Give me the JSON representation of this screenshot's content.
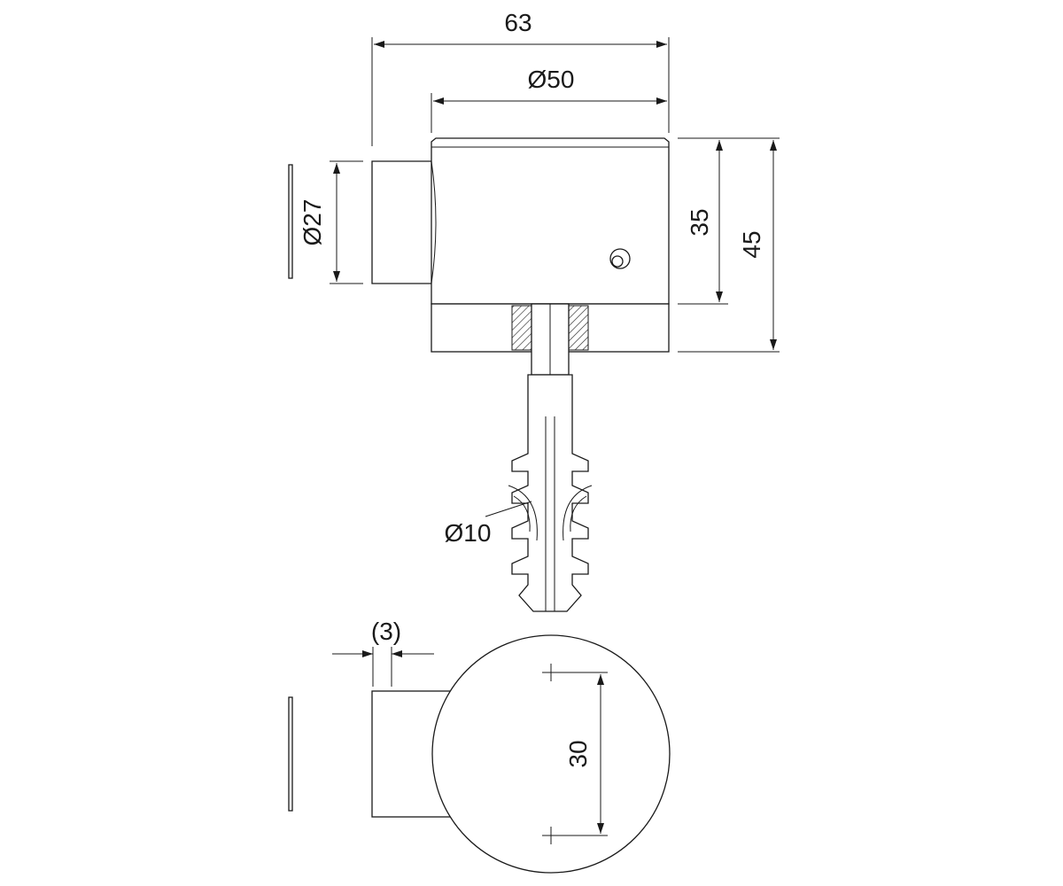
{
  "dimensions": {
    "overall_length": "63",
    "body_diameter": "Ø50",
    "stub_diameter": "Ø27",
    "body_height": "35",
    "overall_height": "45",
    "dowel_diameter": "Ø10",
    "offset": "(3)",
    "hole_spacing": "30"
  }
}
